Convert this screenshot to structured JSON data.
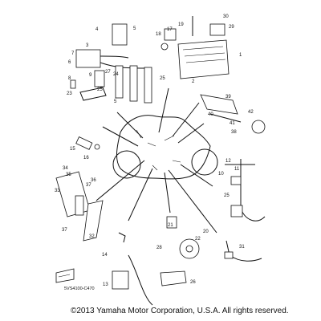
{
  "diagram": {
    "copyright": "©2013 Yamaha Motor Corporation, U.S.A. All rights reserved.",
    "figure_code": "5VS4100-C470",
    "callouts": [
      "1",
      "2",
      "3",
      "4",
      "5",
      "5",
      "6",
      "7",
      "8",
      "9",
      "10",
      "11",
      "12",
      "13",
      "14",
      "15",
      "16",
      "17",
      "18",
      "19",
      "20",
      "21",
      "22",
      "23",
      "24",
      "25",
      "25",
      "25",
      "26",
      "27",
      "28",
      "29",
      "30",
      "31",
      "32",
      "33",
      "34",
      "35",
      "36",
      "37",
      "37",
      "38",
      "39",
      "40",
      "41",
      "42"
    ]
  }
}
